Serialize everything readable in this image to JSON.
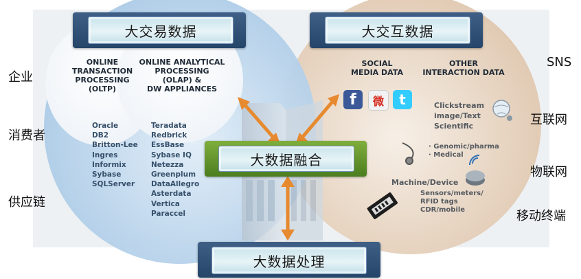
{
  "titles": {
    "transaction": "大交易数据",
    "interaction": "大交互数据",
    "fusion": "大数据融合",
    "processing": "大数据处理"
  },
  "left_labels": [
    "企业",
    "消费者",
    "供应链"
  ],
  "right_labels": [
    "SNS",
    "互联网",
    "物联网",
    "移动终端"
  ],
  "oltp": {
    "heading": [
      "ONLINE",
      "TRANSACTION",
      "PROCESSING",
      "(OLTP)"
    ],
    "items": [
      "Oracle",
      "DB2",
      "Britton-Lee",
      "Ingres",
      "Informix",
      "Sybase",
      "SQLServer"
    ]
  },
  "olap": {
    "heading": [
      "ONLINE ANALYTICAL",
      "PROCESSING",
      "(OLAP) &",
      "DW APPLIANCES"
    ],
    "items": [
      "Teradata",
      "Redbrick",
      "EssBase",
      "Sybase IQ",
      "Netezza",
      "Greenplum",
      "DataAllegro",
      "Asterdata",
      "Vertica",
      "Paraccel"
    ]
  },
  "social": {
    "heading": [
      "SOCIAL",
      "MEDIA DATA"
    ],
    "icons": [
      "facebook-icon",
      "weibo-icon",
      "twitter-icon"
    ],
    "icon_glyphs": [
      "f",
      "微",
      "t"
    ]
  },
  "other": {
    "heading": [
      "OTHER",
      "INTERACTION DATA"
    ],
    "items": [
      "Clickstream",
      "image/Text",
      "Scientific"
    ],
    "genomic": [
      "· Genomic/pharma",
      "· Medical"
    ],
    "machine_title": "Machine/Device",
    "machine_items": [
      "Sensors/meters/",
      "RFID tags",
      "CDR/mobile"
    ]
  },
  "colors": {
    "arrow": "#e7892e",
    "blue_frame": "#2f4f78",
    "green_frame": "#5b8c28",
    "left_circle": "#c9def0",
    "right_circle": "#ecdccb"
  }
}
